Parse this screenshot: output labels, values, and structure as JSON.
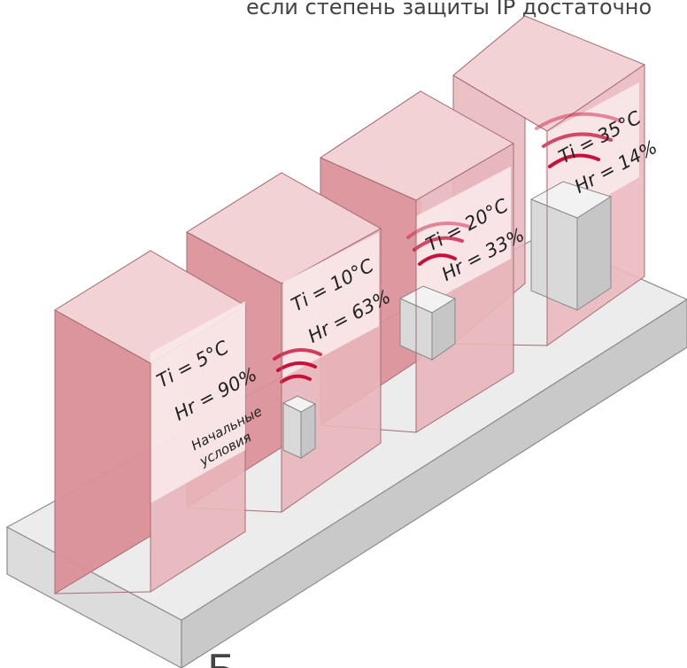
{
  "top_caption": "если степень защиты IP достаточно",
  "bottom_caption": "Б",
  "colors": {
    "room_front": "#da8f98",
    "room_side": "#e8b6bb",
    "room_top": "#f3d2d5",
    "label_panel": "#f9e9ea",
    "waves": "#c8103a",
    "platform_top": "#ececec",
    "platform_side": "#c9c9c9"
  },
  "rooms": [
    {
      "temperature": "Ti = 5°C",
      "humidity": "Hr = 90%",
      "note_line1": "Начальные",
      "note_line2": "условия",
      "heater": "none"
    },
    {
      "temperature": "Ti = 10°C",
      "humidity": "Hr = 63%",
      "heater": "heater-small"
    },
    {
      "temperature": "Ti = 20°C",
      "humidity": "Hr = 33%",
      "heater": "heater-medium"
    },
    {
      "temperature": "Ti = 35°C",
      "humidity": "Hr = 14%",
      "heater": "heater-large"
    }
  ]
}
